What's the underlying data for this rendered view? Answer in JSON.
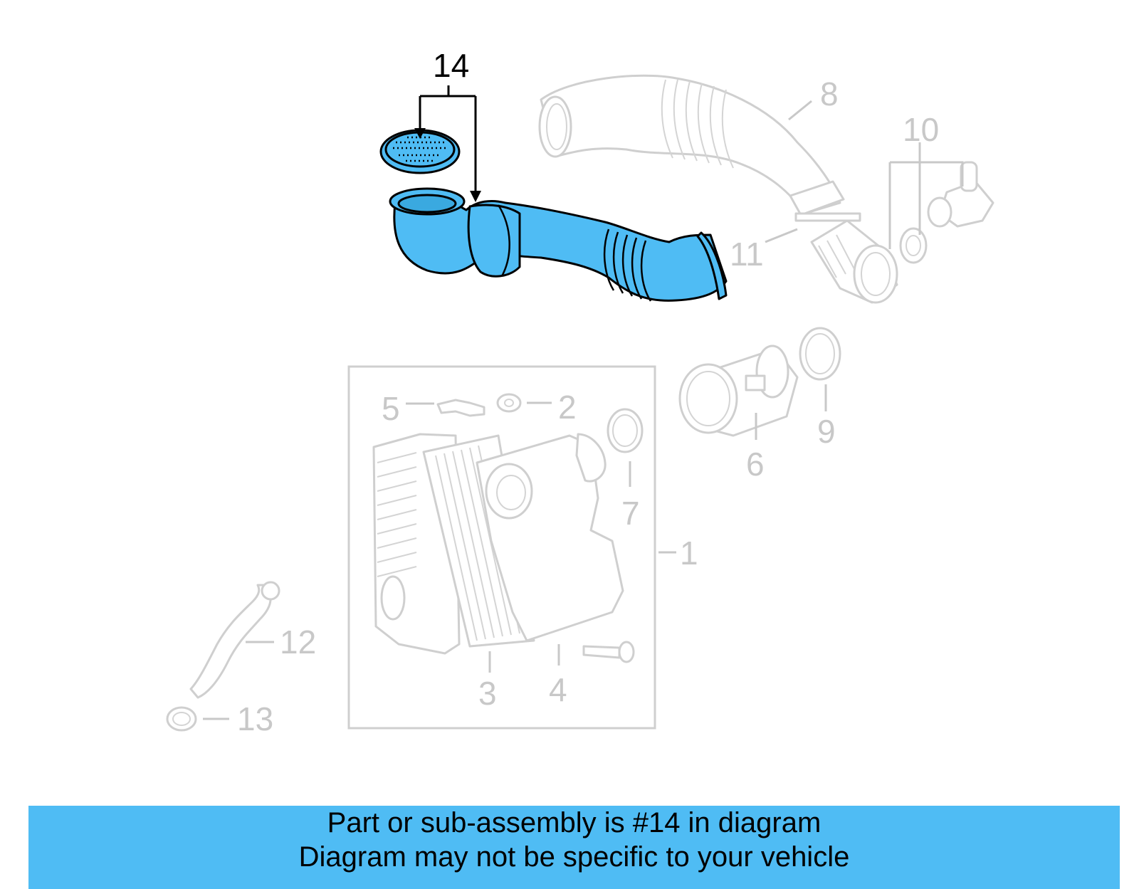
{
  "diagram": {
    "highlight_color": "#4fbcf4",
    "callouts": [
      {
        "id": "1",
        "text": "1",
        "highlighted": false
      },
      {
        "id": "2",
        "text": "2",
        "highlighted": false
      },
      {
        "id": "3",
        "text": "3",
        "highlighted": false
      },
      {
        "id": "4",
        "text": "4",
        "highlighted": false
      },
      {
        "id": "5",
        "text": "5",
        "highlighted": false
      },
      {
        "id": "6",
        "text": "6",
        "highlighted": false
      },
      {
        "id": "7",
        "text": "7",
        "highlighted": false
      },
      {
        "id": "8",
        "text": "8",
        "highlighted": false
      },
      {
        "id": "9",
        "text": "9",
        "highlighted": false
      },
      {
        "id": "10",
        "text": "10",
        "highlighted": false
      },
      {
        "id": "11",
        "text": "11",
        "highlighted": false
      },
      {
        "id": "12",
        "text": "12",
        "highlighted": false
      },
      {
        "id": "13",
        "text": "13",
        "highlighted": false
      },
      {
        "id": "14",
        "text": "14",
        "highlighted": true
      }
    ]
  },
  "banner": {
    "background_color": "#4fbcf4",
    "line1": "Part or sub-assembly is #14 in diagram",
    "line2": "Diagram may not be specific to your vehicle"
  }
}
